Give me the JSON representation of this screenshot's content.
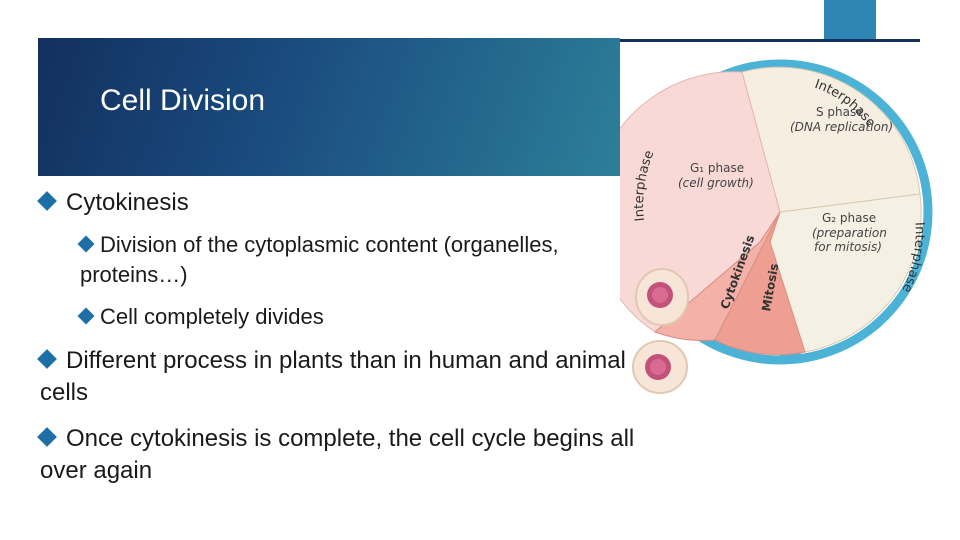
{
  "slide": {
    "title": "Cell Division",
    "bullets": [
      {
        "text": "Cytokinesis",
        "level": 1
      },
      {
        "text": "Division of the cytoplasmic content (organelles, proteins…)",
        "level": 2
      },
      {
        "text": "Cell completely divides",
        "level": 2
      },
      {
        "text": "Different process in plants than in human and animal cells",
        "level": 1
      },
      {
        "text": "Once cytokinesis is complete, the cell cycle begins all over again",
        "level": 1
      }
    ]
  },
  "diagram": {
    "ring_labels": {
      "top": "Interphase",
      "left": "Interphase",
      "right": "Interphase"
    },
    "phases": {
      "s": {
        "line1": "S phase",
        "line2": "(DNA replication)"
      },
      "g1": {
        "line1": "G₁ phase",
        "line2": "(cell growth)"
      },
      "g2": {
        "line1": "G₂ phase",
        "line2": "(preparation",
        "line3": "for mitosis)"
      },
      "cytokinesis": "Cytokinesis",
      "mitosis": "Mitosis"
    },
    "colors": {
      "s_phase": "#f6efe1",
      "g1_phase": "#f9d9d6",
      "g2_phase": "#f4f0e4",
      "cytokinesis": "#f3b1a8",
      "mitosis": "#ef9f92",
      "ring": "#4db3d6",
      "bullet": "#1e6fa8"
    }
  }
}
